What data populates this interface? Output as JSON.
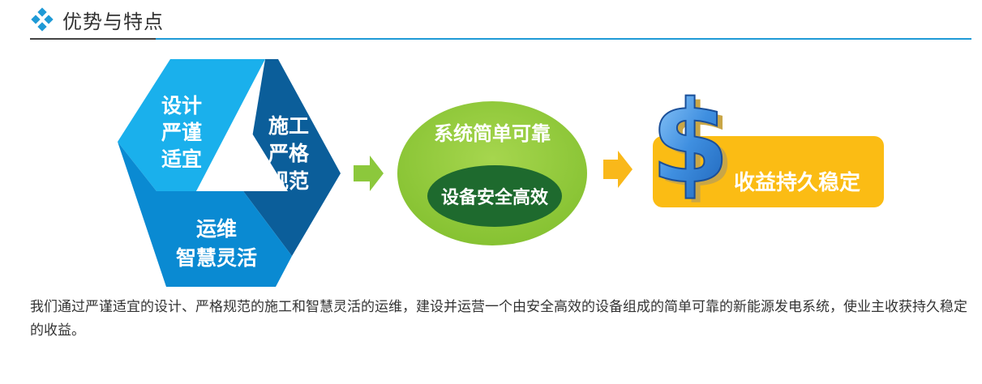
{
  "header": {
    "title": "优势与特点"
  },
  "hexagon": {
    "segment_design_line1": "设计",
    "segment_design_line2": "严谨",
    "segment_design_line3": "适宜",
    "segment_construction_line1": "施工",
    "segment_construction_line2": "严格",
    "segment_construction_line3": "规范",
    "segment_operation_line1": "运维",
    "segment_operation_line2": "智慧灵活"
  },
  "system": {
    "outer_label": "系统简单可靠",
    "inner_label": "设备安全高效"
  },
  "benefit": {
    "label": "收益持久稳定",
    "symbol": "$"
  },
  "description": {
    "text": "我们通过严谨适宜的设计、严格规范的施工和智慧灵活的运维，建设并运营一个由安全高效的设备组成的简单可靠的新能源发电系统，使业主收获持久稳定的收益。"
  },
  "colors": {
    "accent_blue": "#1f9ad6",
    "hex_light_blue": "#1ab0ec",
    "hex_mid_blue": "#0a8ad2",
    "hex_dark_blue": "#0b5e9a",
    "arrow_green": "#8cc83c",
    "circle_green": "#90cc3a",
    "inner_dark_green": "#1e6a2e",
    "arrow_orange": "#f9b81a",
    "benefit_orange": "#fbbc14"
  }
}
